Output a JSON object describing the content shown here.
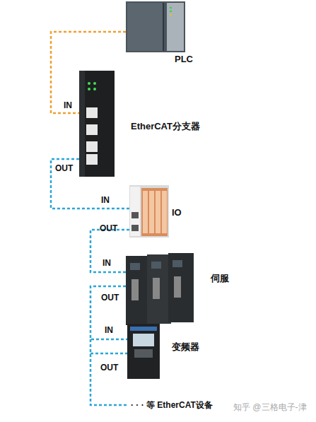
{
  "diagram": {
    "nodes": [
      {
        "text": [
          "PLC"
        ]
      },
      {
        "text": [
          "EtherCAT分支器"
        ]
      },
      {
        "text": [
          "IO"
        ]
      },
      {
        "text": [
          "伺服"
        ]
      },
      {
        "text": [
          "变频器"
        ]
      }
    ],
    "edges": [
      {
        "from": 0,
        "to": 1,
        "arrow": "none"
      },
      {
        "from": 1,
        "to": 2,
        "arrow": "none"
      },
      {
        "from": 2,
        "to": 3,
        "arrow": "none"
      },
      {
        "from": 3,
        "to": 4,
        "arrow": "none"
      }
    ],
    "labels": [
      "IN",
      "OUT",
      "IN",
      "OUT",
      "IN",
      "OUT",
      "IN",
      "OUT",
      "· · · 等 EtherCAT设备",
      "知乎 @三格电子-津"
    ]
  }
}
